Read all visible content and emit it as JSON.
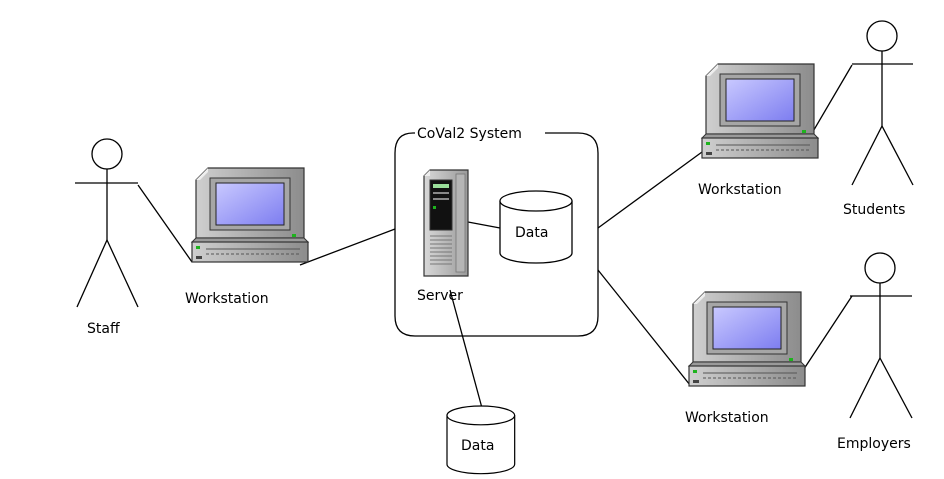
{
  "system": {
    "label": "CoVal2 System"
  },
  "server": {
    "label": "Server"
  },
  "data_internal": {
    "label": "Data"
  },
  "data_external": {
    "label": "Data"
  },
  "workstations": {
    "staff": {
      "label": "Workstation"
    },
    "students": {
      "label": "Workstation"
    },
    "employers": {
      "label": "Workstation"
    }
  },
  "actors": {
    "staff": {
      "label": "Staff"
    },
    "students": {
      "label": "Students"
    },
    "employers": {
      "label": "Employers"
    }
  }
}
